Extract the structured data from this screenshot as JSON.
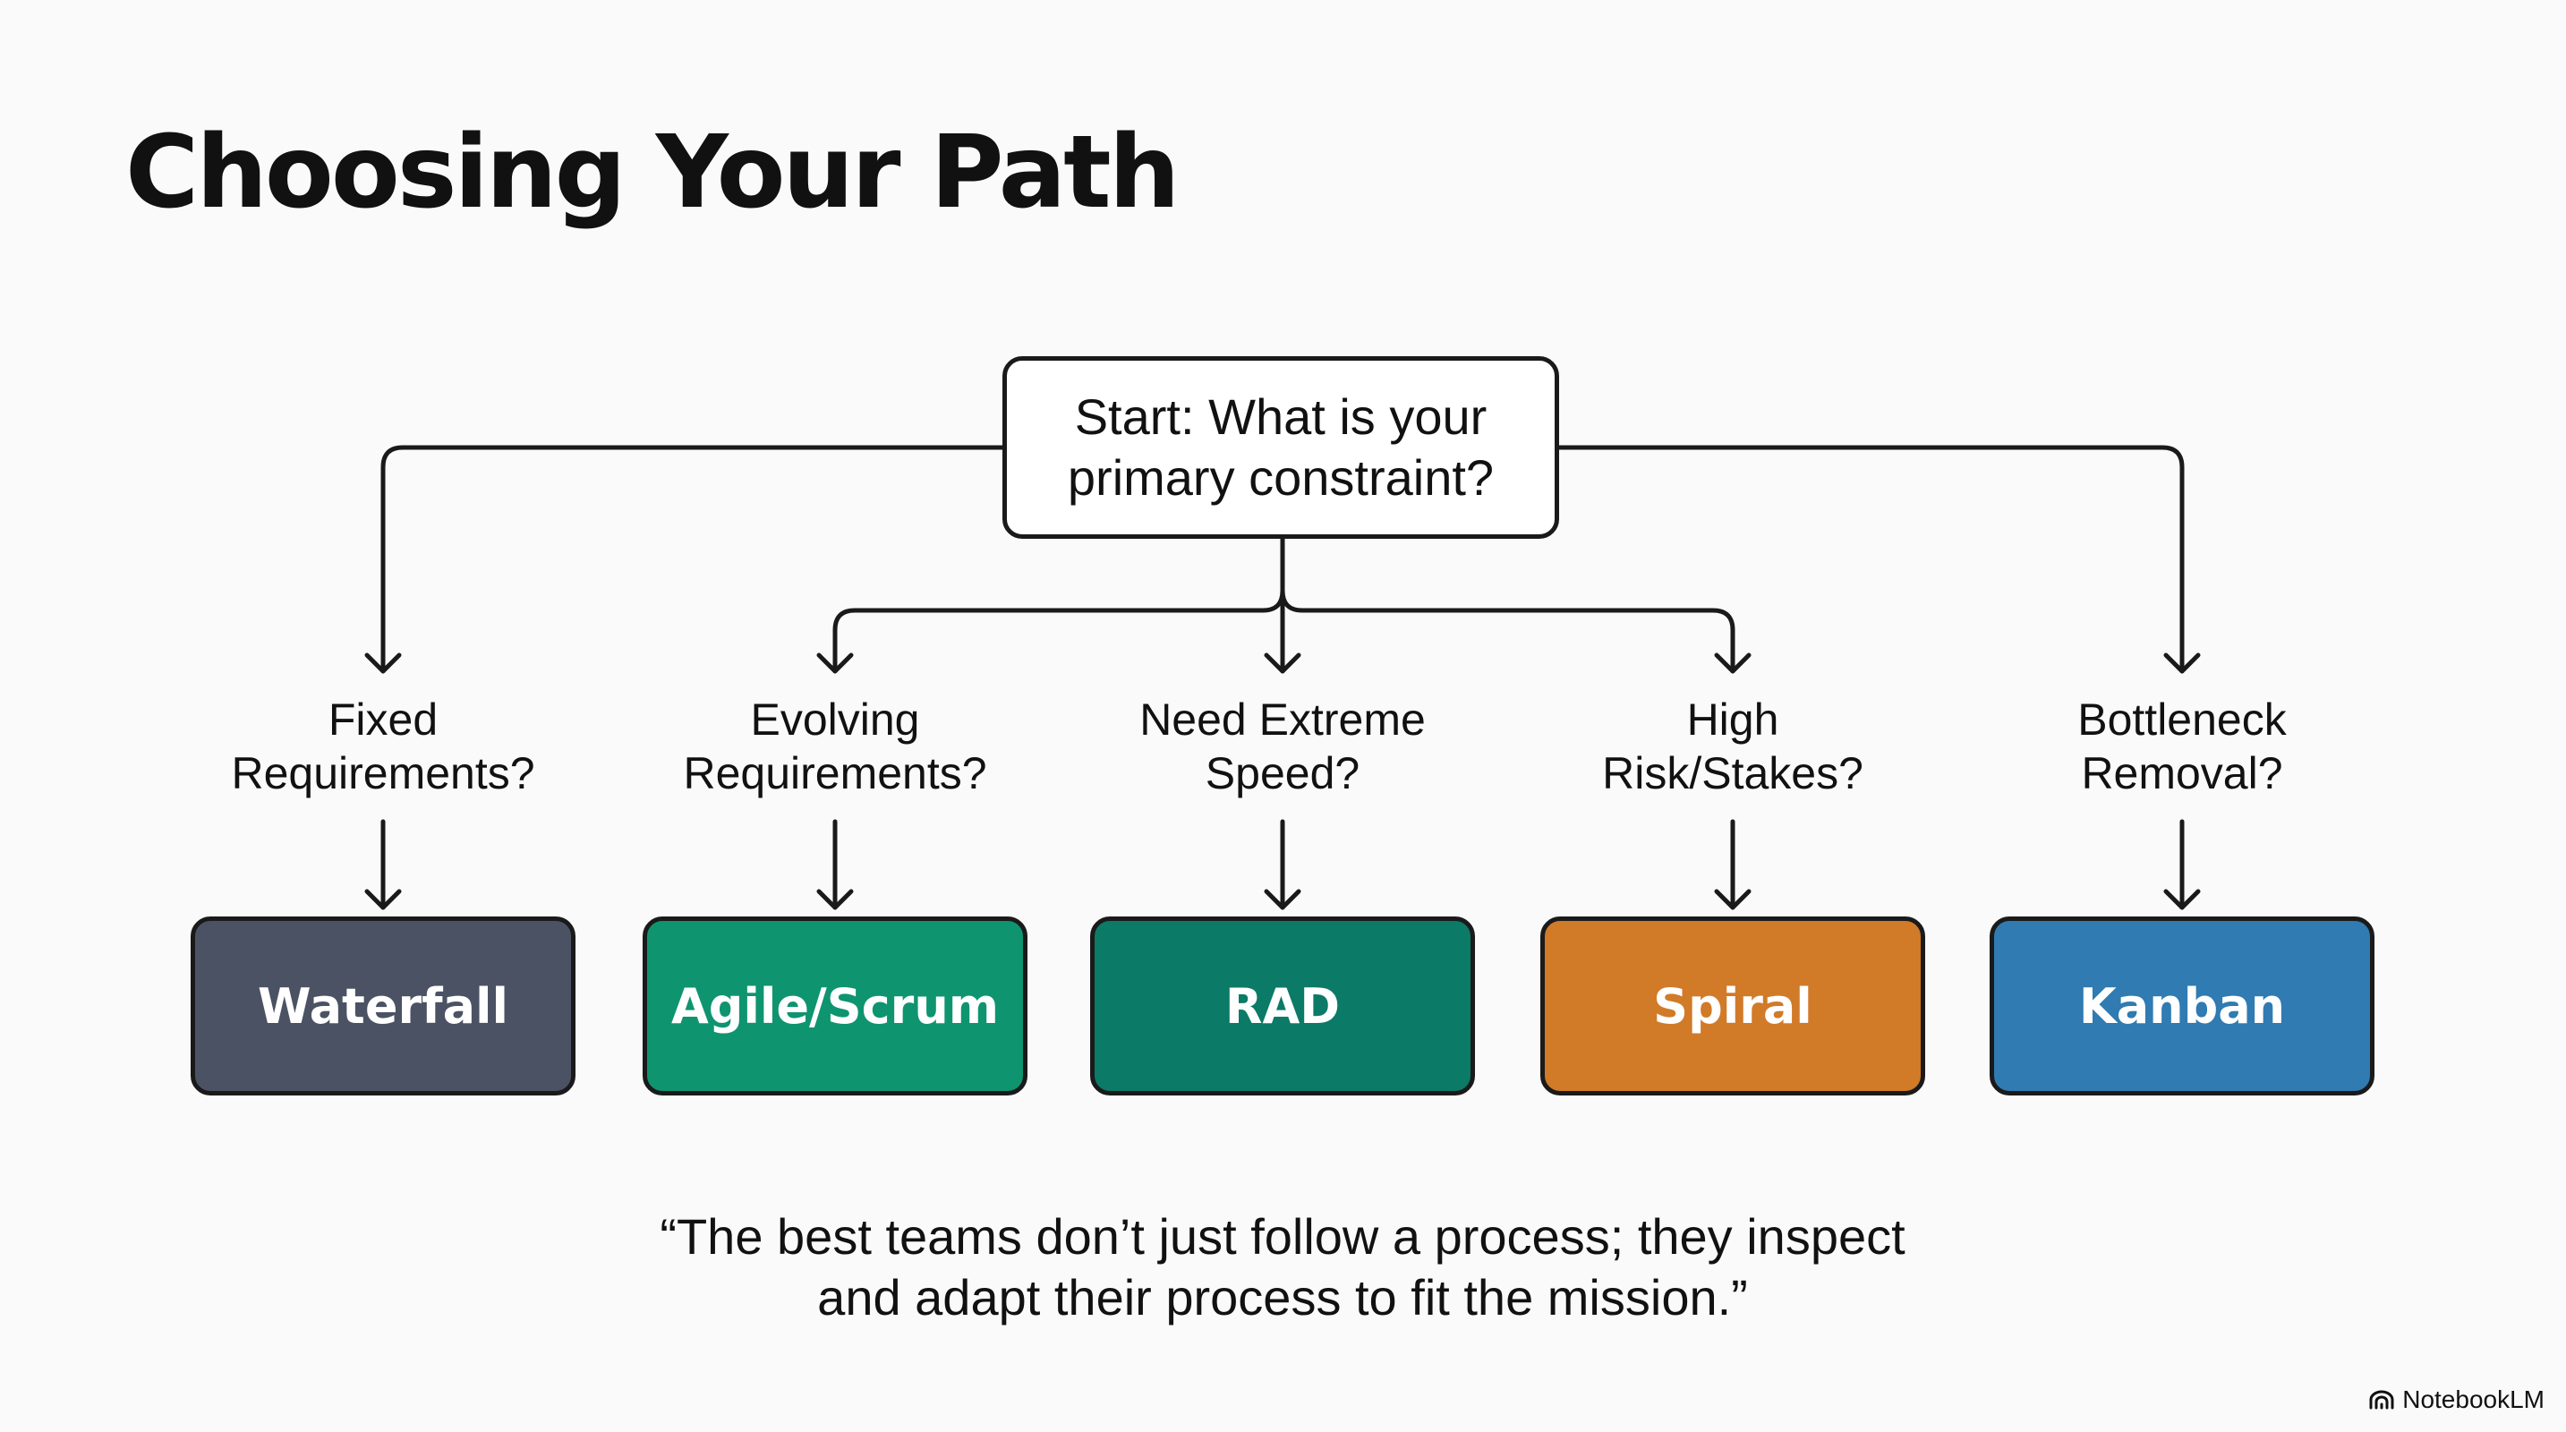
{
  "title": "Choosing Your Path",
  "start": {
    "line1": "Start: What is your",
    "line2": "primary constraint?"
  },
  "branches": [
    {
      "question": [
        "Fixed",
        "Requirements?"
      ],
      "method": "Waterfall",
      "color": "#4b5263"
    },
    {
      "question": [
        "Evolving",
        "Requirements?"
      ],
      "method": "Agile/Scrum",
      "color": "#0f9470"
    },
    {
      "question": [
        "Need Extreme",
        "Speed?"
      ],
      "method": "RAD",
      "color": "#0b7a66"
    },
    {
      "question": [
        "High",
        "Risk/Stakes?"
      ],
      "method": "Spiral",
      "color": "#d17a28"
    },
    {
      "question": [
        "Bottleneck",
        "Removal?"
      ],
      "method": "Kanban",
      "color": "#2f7bb2"
    }
  ],
  "quote": {
    "line1": "“The best teams don’t just follow a process; they inspect",
    "line2": "and adapt their process to fit the mission.”"
  },
  "footer": {
    "brand": "NotebookLM",
    "icon": "notebooklm-logo-icon"
  }
}
